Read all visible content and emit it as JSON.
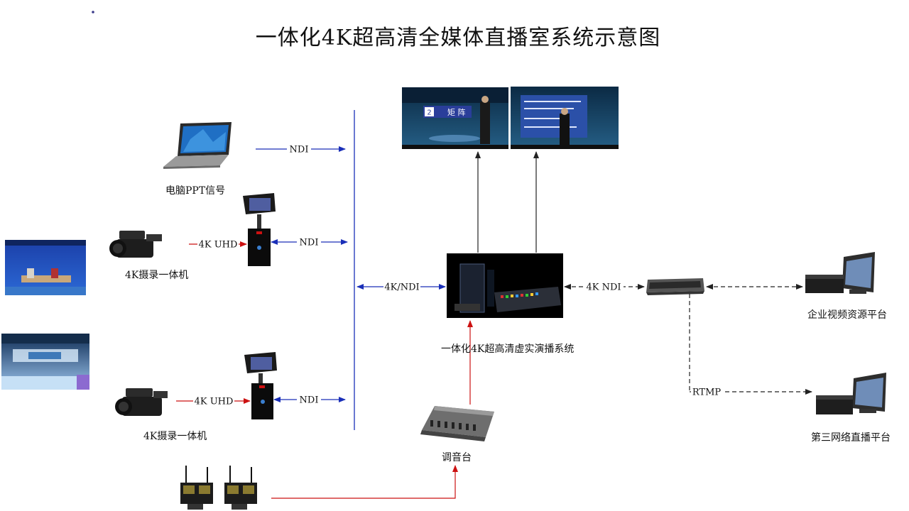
{
  "title": "一体化4K超高清全媒体直播室系统示意图",
  "nodes": {
    "pc_label": "电脑PPT信号",
    "camera1_label": "4K摄录一体机",
    "camera2_label": "4K摄录一体机",
    "system_label": "一体化4K超高清虚实演播系统",
    "mixer_label": "调音台",
    "enterprise_label": "企业视频资源平台",
    "third_label": "第三网络直播平台"
  },
  "edges": {
    "ndi_pc": "NDI",
    "uhd1": "4K UHD",
    "ndi_cam1": "NDI",
    "uhd2": "4K UHD",
    "ndi_cam2": "NDI",
    "bus_to_system": "4K/NDI",
    "system_to_switch": "4K NDI",
    "rtmp": "RTMP"
  },
  "screens": {
    "screen1_badge": "2",
    "screen1_caption": "矩 阵"
  },
  "colors": {
    "blue": "#1a2fb8",
    "red": "#cc1111",
    "dark": "#222222"
  }
}
